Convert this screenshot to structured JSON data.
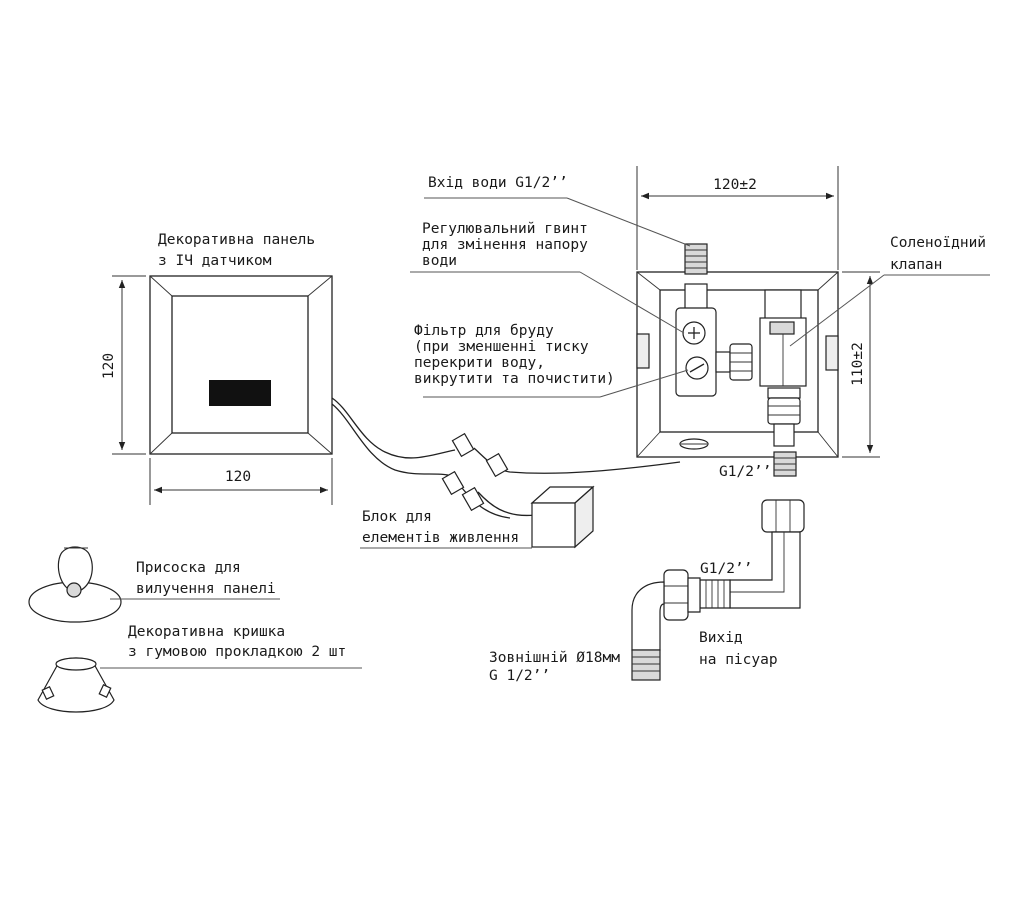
{
  "labels": {
    "panel": [
      "Декоративна панель",
      "з ІЧ датчиком"
    ],
    "water_in": "Вхід води G1/2’’",
    "screw": [
      "Регулювальний гвинт",
      "для змінення напору",
      "води"
    ],
    "filter": [
      "Фільтр для бруду",
      "(при зменшенні тиску",
      "перекрити воду,",
      "викрутити та почистити)"
    ],
    "solenoid": [
      "Соленоїдний",
      "клапан"
    ],
    "outlet_thread": "G1/2’’",
    "battery": [
      "Блок для",
      "елементів живлення"
    ],
    "suction": [
      "Присоска для",
      "вилучення панелі"
    ],
    "cap": [
      "Декоративна кришка",
      "з гумовою прокладкою 2 шт"
    ],
    "elbow_thread": "G1/2’’",
    "external": [
      "Зовнішній Ø18мм",
      "G 1/2’’"
    ],
    "outlet": [
      "Вихід",
      "на пісуар"
    ]
  },
  "dimensions": {
    "panel_width": "120",
    "panel_height": "120",
    "box_width": "120±2",
    "box_height": "110±2"
  }
}
